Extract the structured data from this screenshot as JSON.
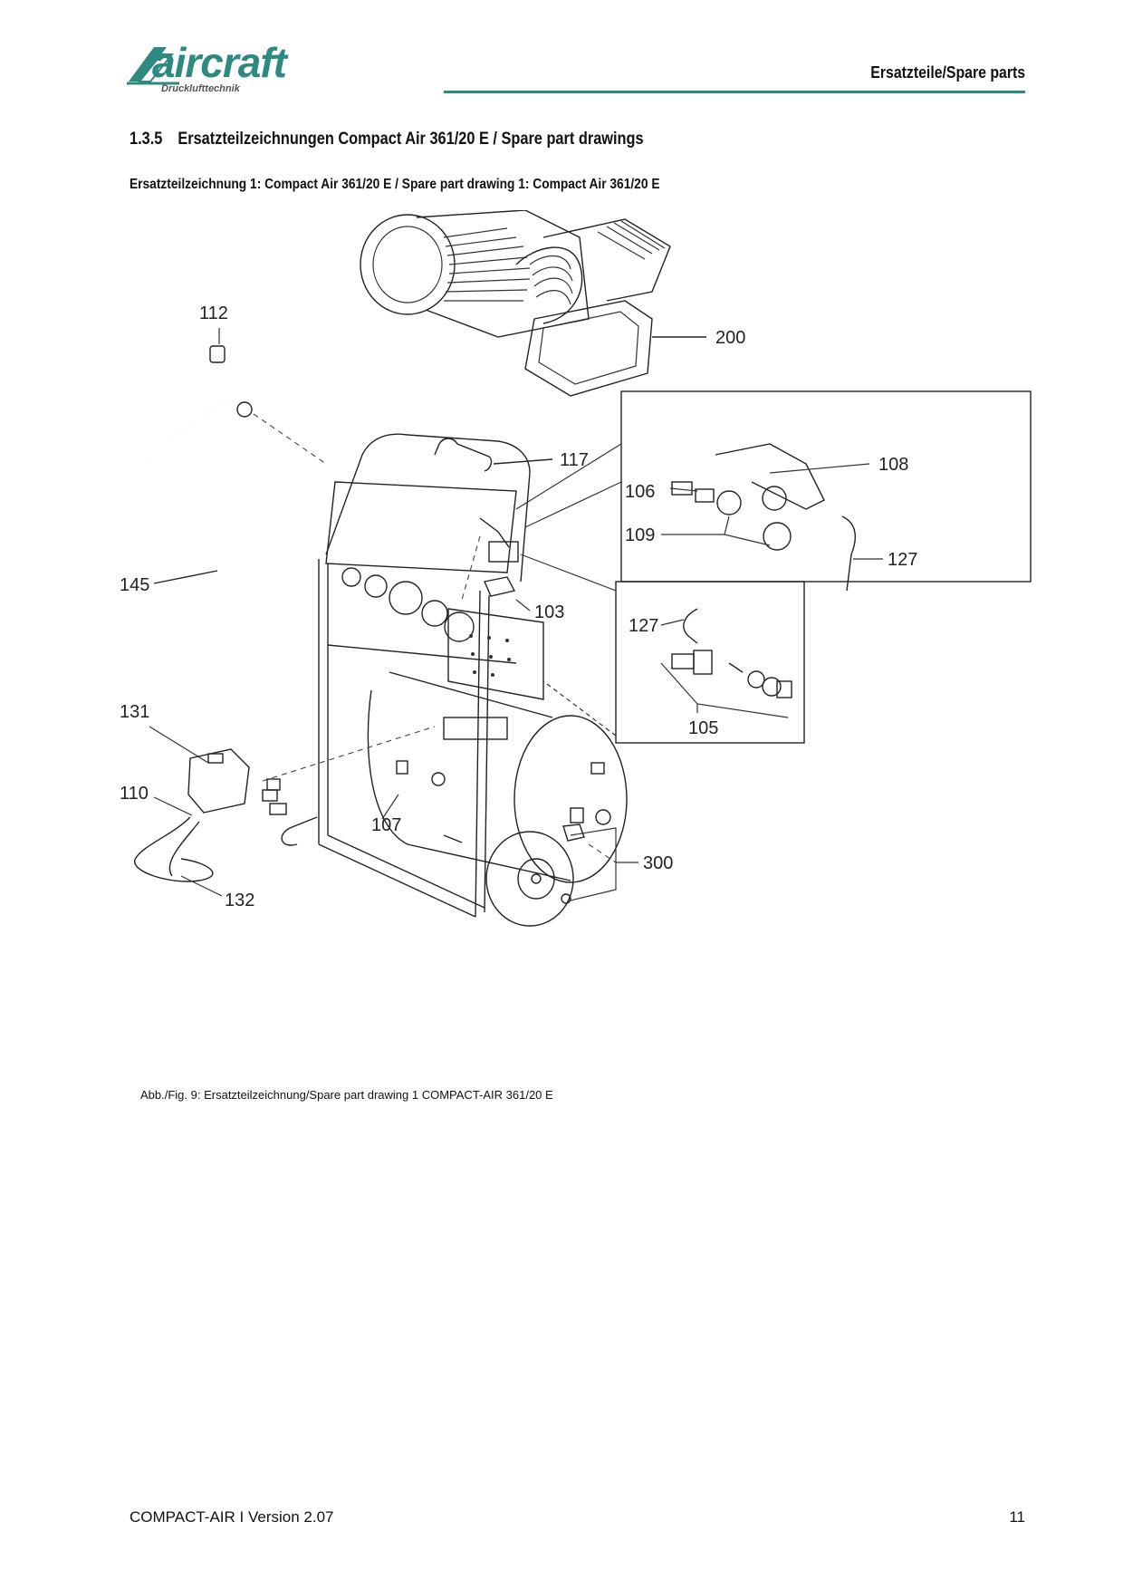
{
  "header": {
    "logo_text": "aircraft",
    "logo_subtext": "Drucklufttechnik",
    "section_title": "Ersatzteile/Spare parts",
    "accent_color": "#2e8a7e"
  },
  "heading": {
    "number": "1.3.5",
    "text": "Ersatzteilzeichnungen Compact Air 361/20 E / Spare part drawings"
  },
  "subheading": "Ersatzteilzeichnung 1: Compact Air 361/20 E /  Spare part drawing 1: Compact Air 361/20 E",
  "drawing": {
    "part_numbers": {
      "p112": "112",
      "p200": "200",
      "p117": "117",
      "p108": "108",
      "p106": "106",
      "p145": "145",
      "p109": "109",
      "p127a": "127",
      "p103": "103",
      "p127b": "127",
      "p105": "105",
      "p131": "131",
      "p110": "110",
      "p107": "107",
      "p300": "300",
      "p132": "132"
    }
  },
  "caption": "Abb./Fig.  9: Ersatzteilzeichnung/Spare part drawing 1 COMPACT-AIR 361/20 E",
  "footer": {
    "left": "COMPACT-AIR I Version 2.07",
    "page_number": "11"
  }
}
